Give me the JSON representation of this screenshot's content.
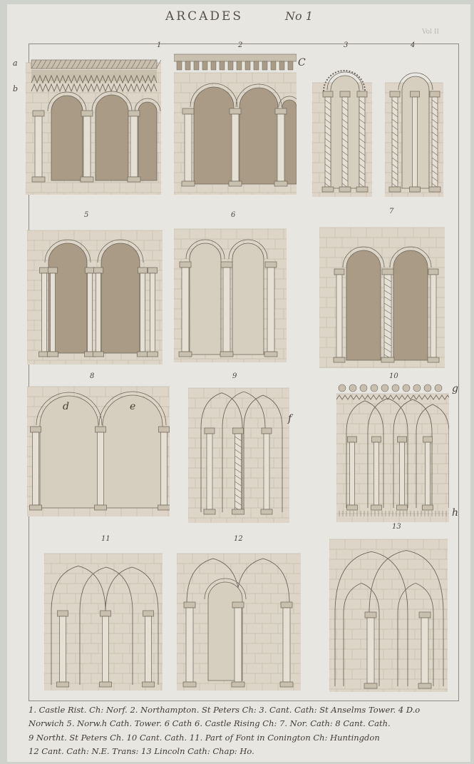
{
  "sheet": {
    "title": "ARCADES",
    "number": "No 1",
    "stamp": "Vol II"
  },
  "plates": [
    {
      "number": "1"
    },
    {
      "number": "2"
    },
    {
      "number": "3"
    },
    {
      "number": "4"
    },
    {
      "number": "5"
    },
    {
      "number": "6"
    },
    {
      "number": "7"
    },
    {
      "number": "8"
    },
    {
      "number": "9"
    },
    {
      "number": "10"
    },
    {
      "number": "11"
    },
    {
      "number": "12"
    },
    {
      "number": "13"
    }
  ],
  "letters": {
    "a": "a",
    "b": "b",
    "c": "C",
    "d": "d",
    "e": "e",
    "f": "f",
    "g": "g",
    "h": "h"
  },
  "captions": [
    "1. Castle Rist. Ch: Norf.  2. Northampton. St Peters Ch:  3. Cant. Cath: St Anselms Tower.  4 D.o",
    "Norwich  5. Norw.h Cath. Tower.  6 Cath  6. Castle Rising Ch:  7. Nor. Cath:  8 Cant. Cath.",
    "9 Northt. St Peters Ch.  10 Cant. Cath.  11. Part of Font in Conington Ch: Huntingdon",
    "12 Cant. Cath: N.E. Trans:  13 Lincoln Cath: Chap: Ho."
  ]
}
